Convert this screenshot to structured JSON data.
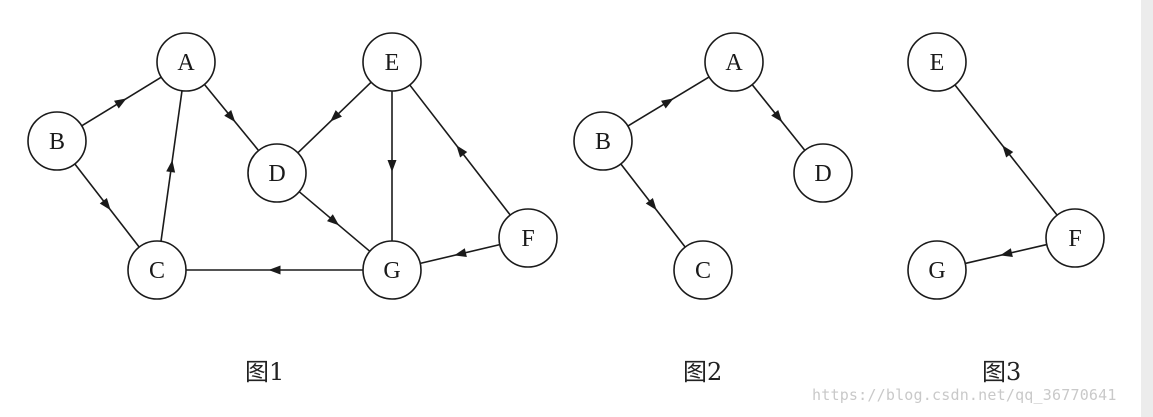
{
  "figures": [
    {
      "caption": "图1",
      "nodes": [
        {
          "id": "A",
          "label": "A"
        },
        {
          "id": "B",
          "label": "B"
        },
        {
          "id": "C",
          "label": "C"
        },
        {
          "id": "D",
          "label": "D"
        },
        {
          "id": "E",
          "label": "E"
        },
        {
          "id": "F",
          "label": "F"
        },
        {
          "id": "G",
          "label": "G"
        }
      ],
      "edges": [
        {
          "from": "B",
          "to": "A"
        },
        {
          "from": "B",
          "to": "C"
        },
        {
          "from": "C",
          "to": "A"
        },
        {
          "from": "A",
          "to": "D"
        },
        {
          "from": "E",
          "to": "D"
        },
        {
          "from": "E",
          "to": "G"
        },
        {
          "from": "F",
          "to": "E"
        },
        {
          "from": "D",
          "to": "G"
        },
        {
          "from": "F",
          "to": "G"
        },
        {
          "from": "G",
          "to": "C"
        }
      ]
    },
    {
      "caption": "图2",
      "nodes": [
        {
          "id": "A",
          "label": "A"
        },
        {
          "id": "B",
          "label": "B"
        },
        {
          "id": "C",
          "label": "C"
        },
        {
          "id": "D",
          "label": "D"
        }
      ],
      "edges": [
        {
          "from": "B",
          "to": "A"
        },
        {
          "from": "A",
          "to": "D"
        },
        {
          "from": "B",
          "to": "C"
        }
      ]
    },
    {
      "caption": "图3",
      "nodes": [
        {
          "id": "E",
          "label": "E"
        },
        {
          "id": "F",
          "label": "F"
        },
        {
          "id": "G",
          "label": "G"
        }
      ],
      "edges": [
        {
          "from": "F",
          "to": "E"
        },
        {
          "from": "F",
          "to": "G"
        }
      ]
    }
  ],
  "watermark": "https://blog.csdn.net/qq_36770641",
  "colors": {
    "stroke": "#1a1a1a",
    "watermark": "#c9c9c9",
    "edge_strip": "#ececec"
  }
}
